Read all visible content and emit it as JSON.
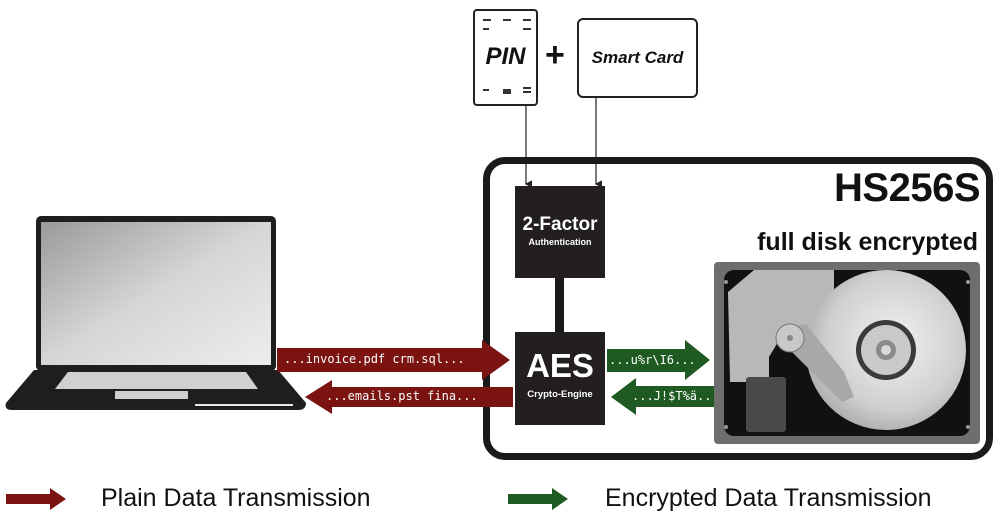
{
  "auth_inputs": {
    "pin_label": "PIN",
    "plus": "+",
    "smart_card_label": "Smart Card"
  },
  "device": {
    "name": "HS256S",
    "subtitle": "full disk encrypted"
  },
  "blocks": {
    "two_factor": {
      "title": "2-Factor",
      "subtitle": "Authentication"
    },
    "aes": {
      "title": "AES",
      "subtitle": "Crypto-Engine"
    }
  },
  "flows": {
    "plain_to_device": "...invoice.pdf  crm.sql...",
    "plain_to_laptop": "...emails.pst  fina...",
    "encrypted_to_disk": "...u%r\\I6...",
    "encrypted_from_disk": "...J!$T%ä..."
  },
  "legend": [
    {
      "label": "Plain Data Transmission",
      "color": "#7b1410"
    },
    {
      "label": "Encrypted Data Transmission",
      "color": "#1f5a22"
    }
  ],
  "colors": {
    "plain": "#7b1410",
    "encrypted": "#1f5a22",
    "block": "#231f20"
  }
}
